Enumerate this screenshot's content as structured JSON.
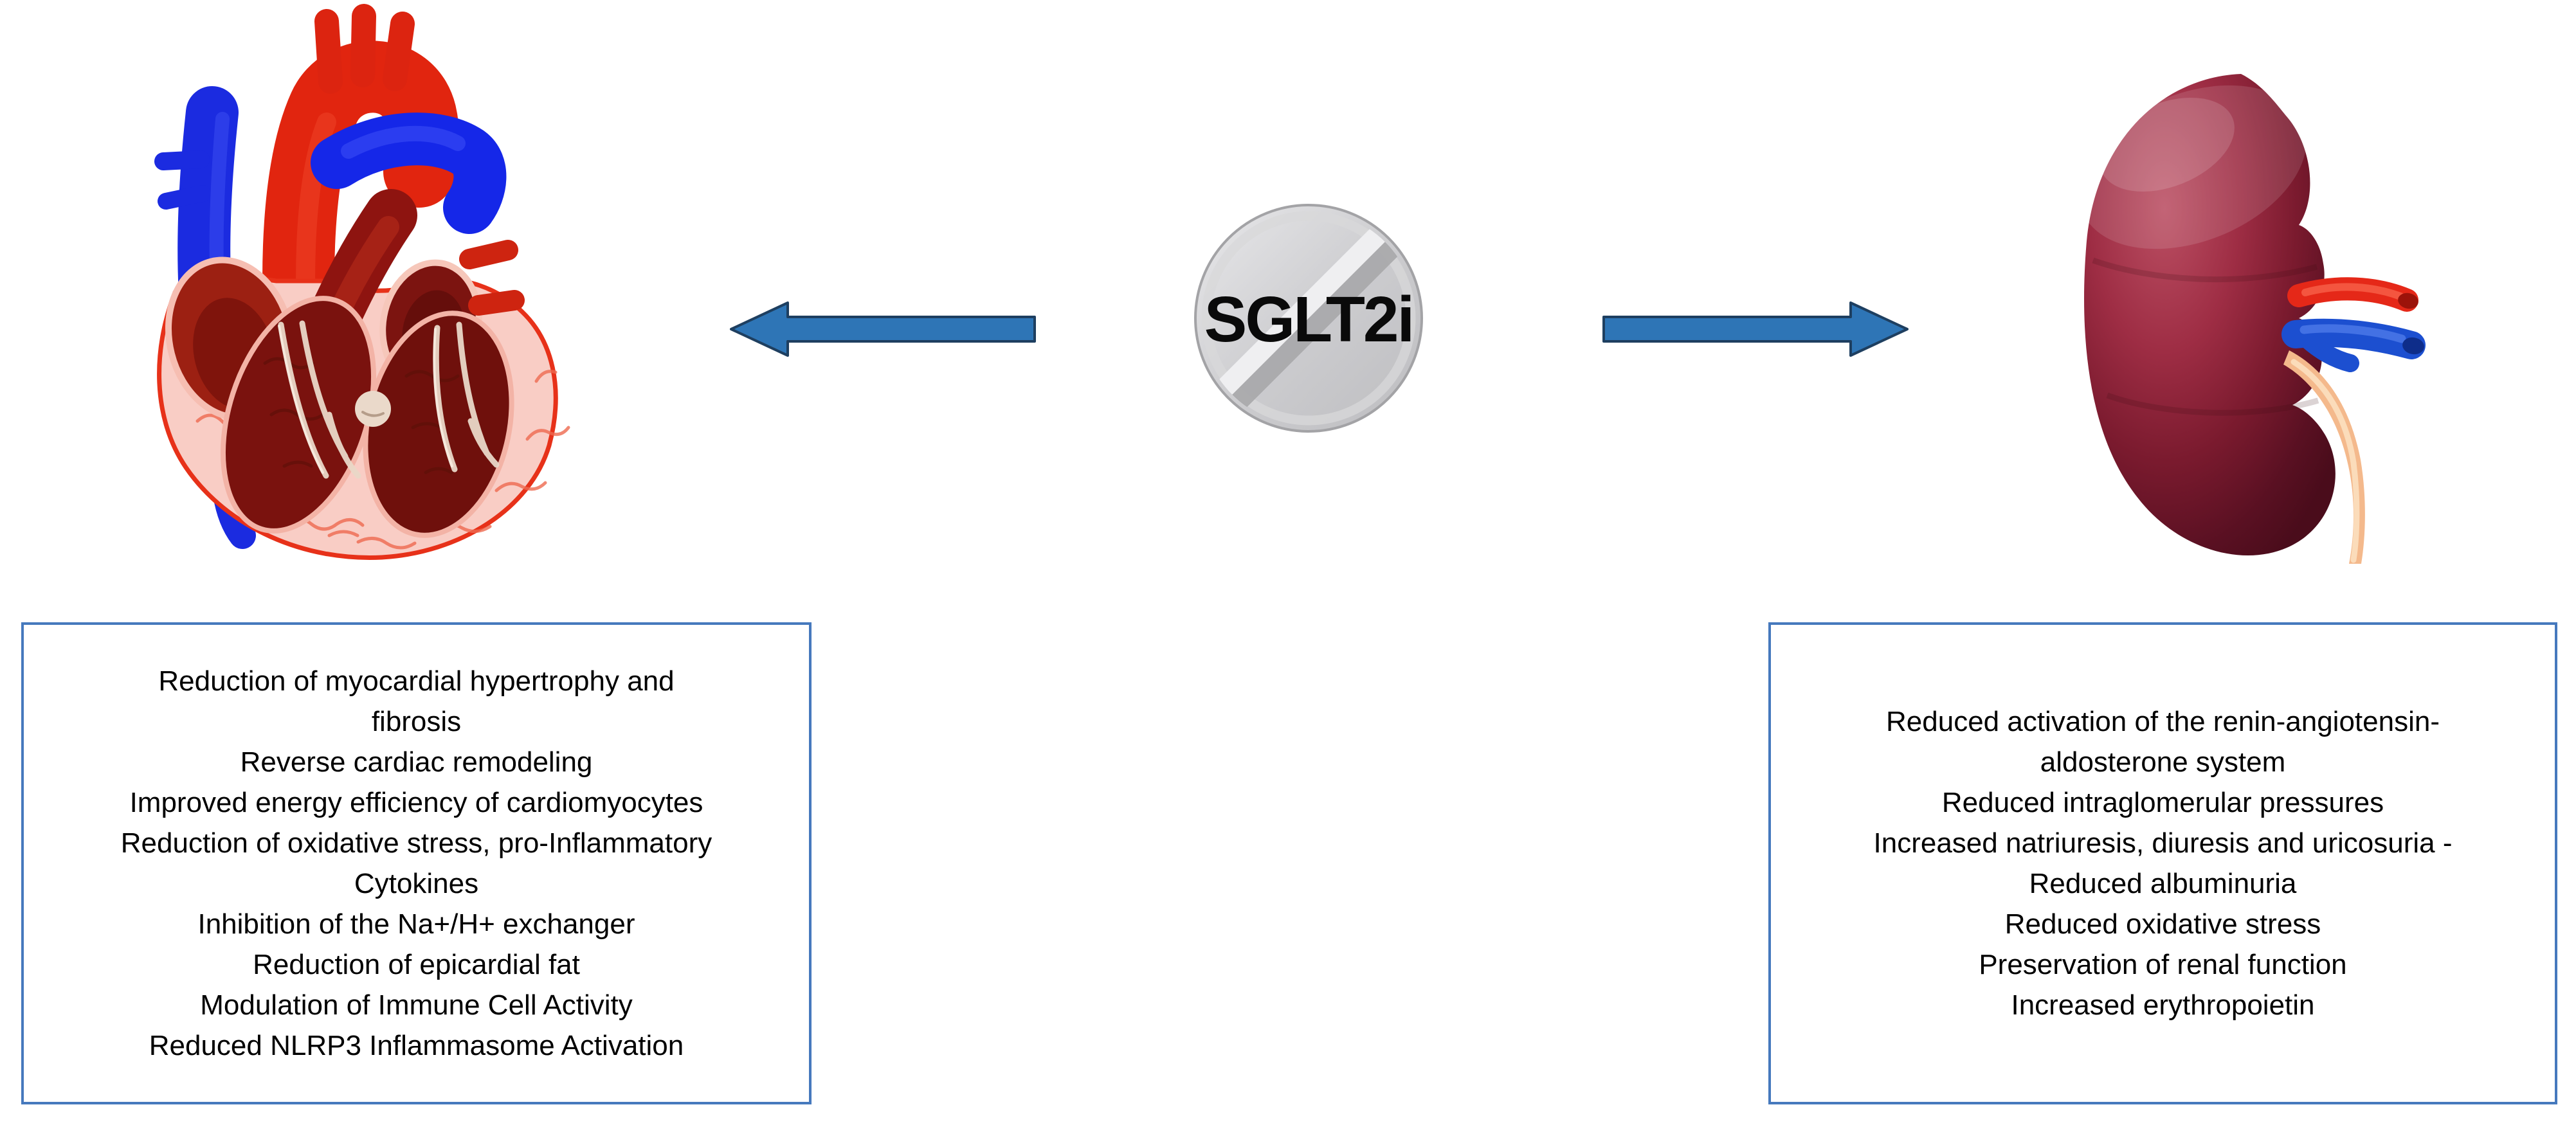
{
  "pill": {
    "label": "SGLT2i"
  },
  "colors": {
    "background": "#ffffff",
    "arrow_fill": "#2e75b6",
    "arrow_outline": "#1e3f60",
    "box_border": "#4679bd",
    "text": "#000000",
    "pill_base": "#c9c9cc",
    "pill_stripe_highlight": "#efeff1",
    "pill_stripe_shadow": "#a7a7aa",
    "heart_red": "#e1250f",
    "heart_blue": "#1b2be0",
    "heart_wall_pink": "#f9cdc5",
    "heart_chamber_maroon": "#7a120e",
    "kidney_maroon": "#7a1a2e",
    "kidney_artery_red": "#e52818",
    "kidney_vein_blue": "#1c4fd0",
    "kidney_ureter_tan": "#f4b98c"
  },
  "icons": {
    "heart": "heart-illustration",
    "kidney": "kidney-illustration",
    "pill": "sglt2i-pill",
    "left_arrow": "left-arrow",
    "right_arrow": "right-arrow"
  },
  "cardiac_effects_box": {
    "lines": [
      "Reduction of myocardial hypertrophy and",
      "fibrosis",
      "Reverse cardiac remodeling",
      "Improved energy efficiency of cardiomyocytes",
      "Reduction of oxidative stress, pro-Inflammatory",
      "Cytokines",
      "Inhibition of the Na+/H+ exchanger",
      "Reduction of epicardial fat",
      "Modulation of Immune Cell Activity",
      "Reduced NLRP3 Inflammasome Activation"
    ]
  },
  "renal_effects_box": {
    "lines": [
      "Reduced activation of the renin-angiotensin-",
      "aldosterone system",
      "Reduced intraglomerular pressures",
      "Increased natriuresis, diuresis and uricosuria -",
      "Reduced albuminuria",
      "Reduced oxidative stress",
      "Preservation of renal function",
      "Increased erythropoietin"
    ]
  }
}
